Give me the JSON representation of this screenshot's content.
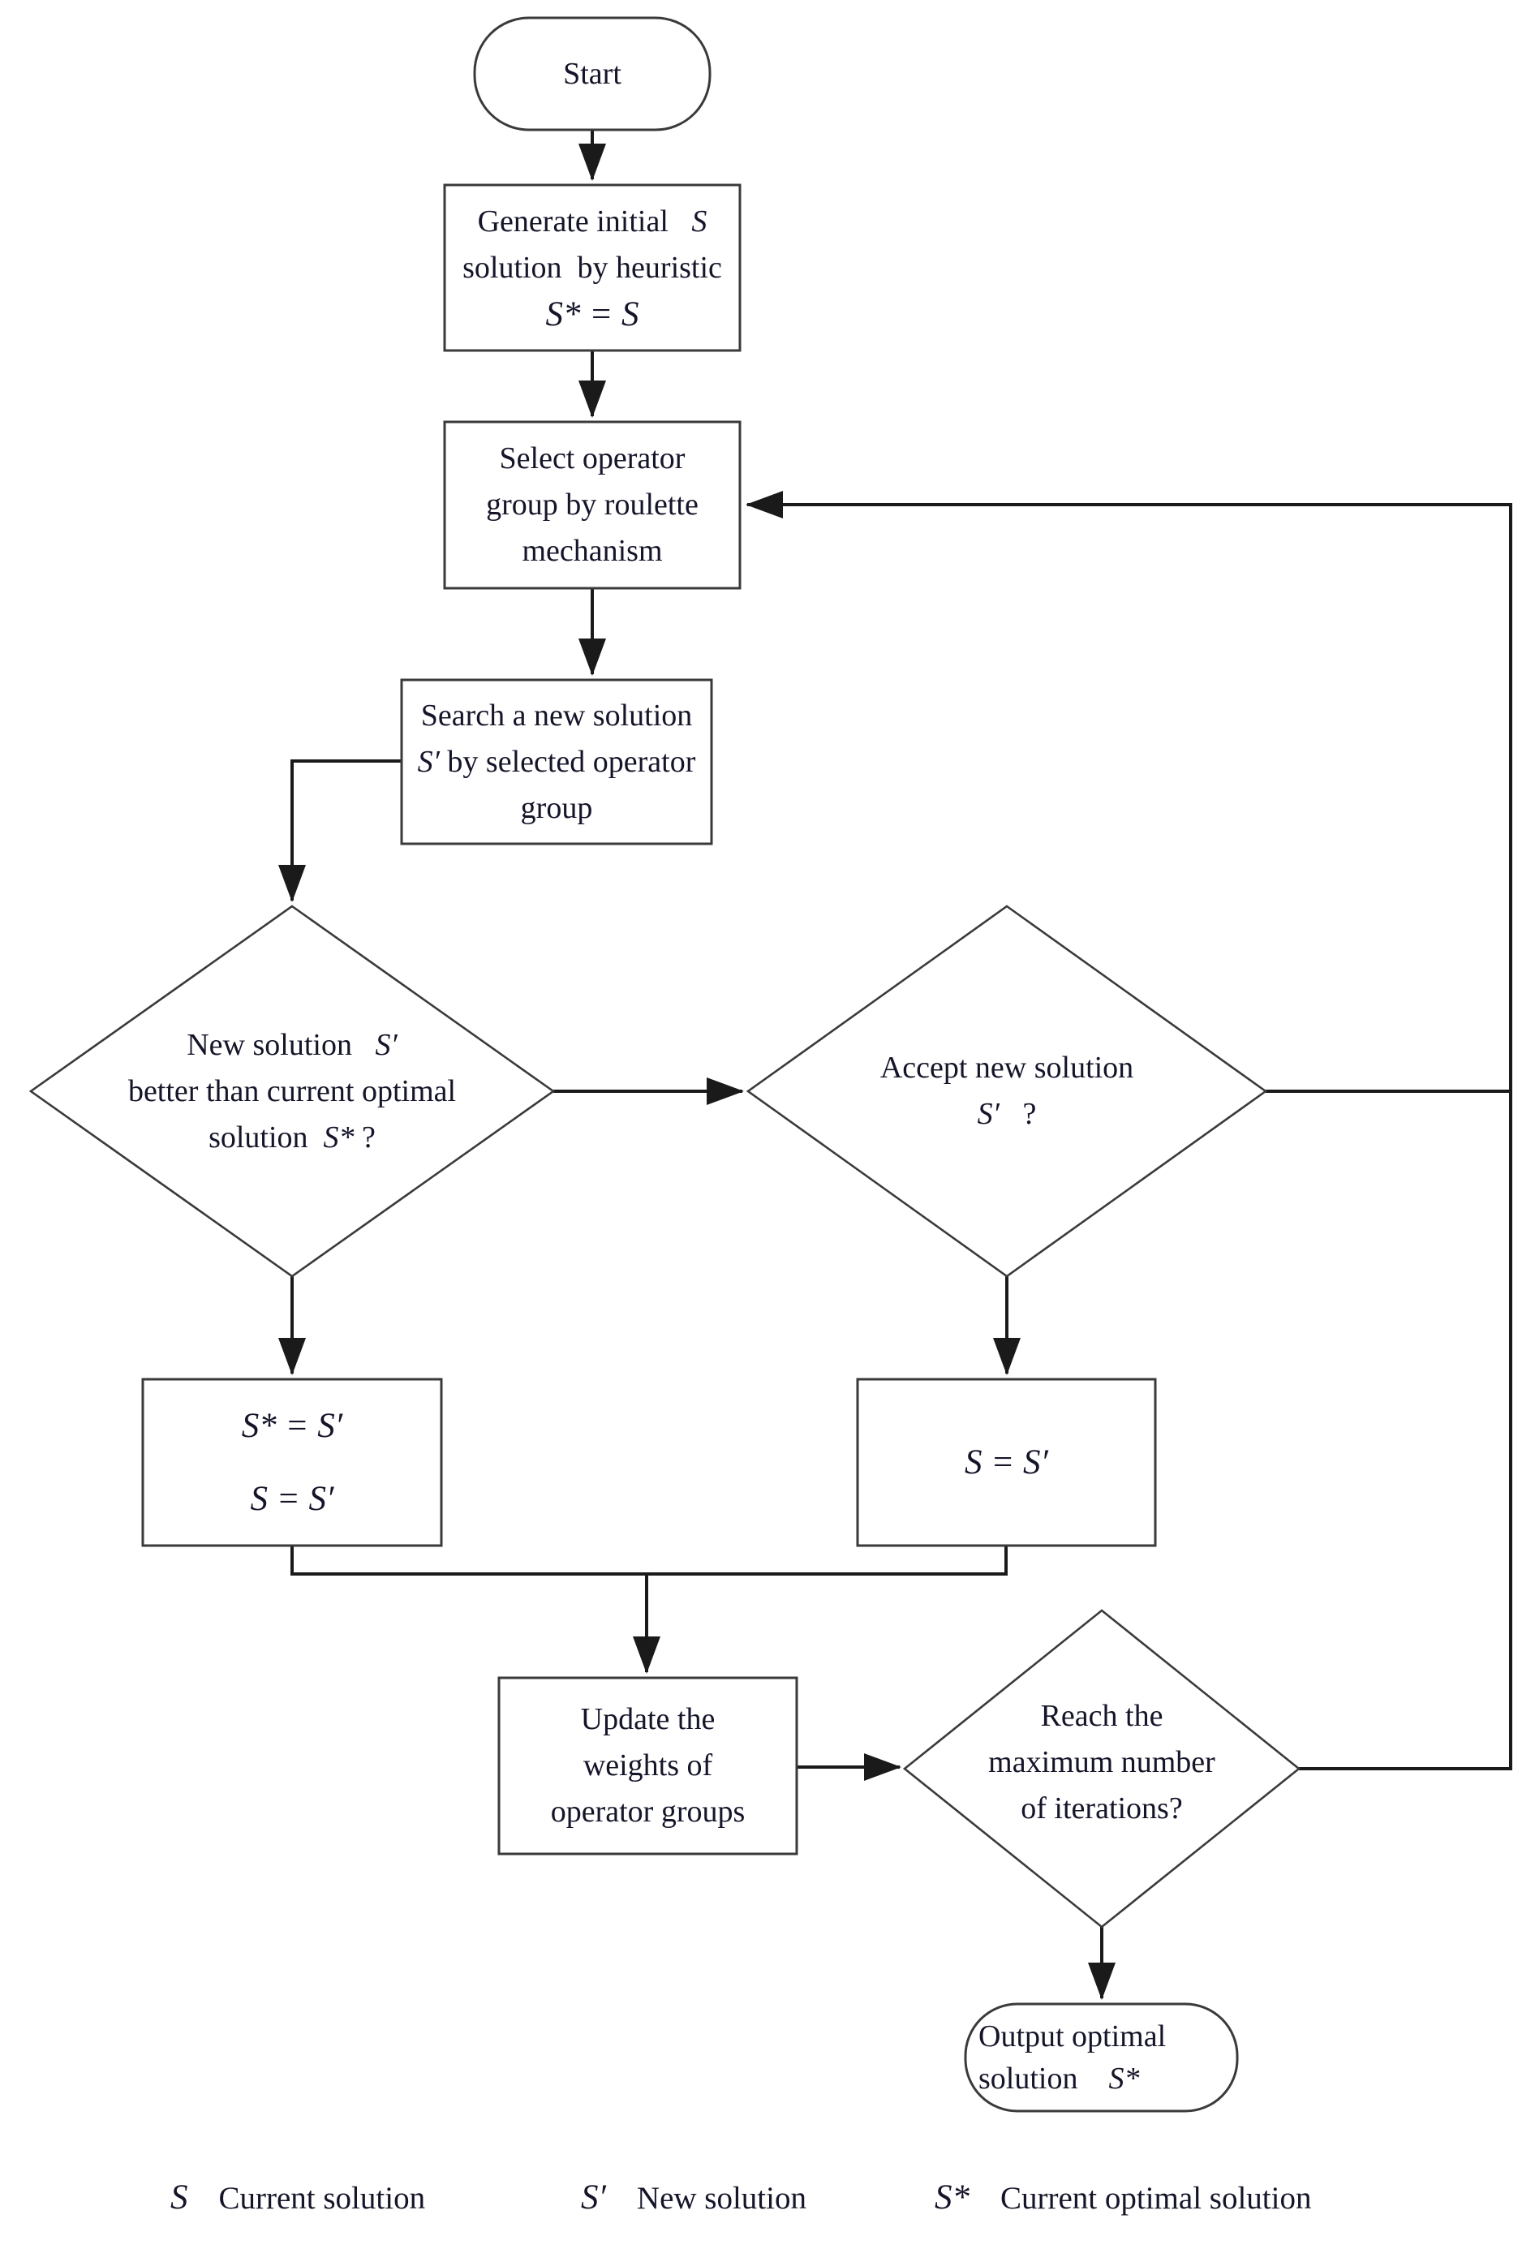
{
  "nodes": {
    "start": {
      "label": "Start"
    },
    "generate": {
      "line1_text": "Generate initial   ",
      "line1_sym": "S",
      "line2": "solution  by heuristic",
      "line3": "S* = S"
    },
    "select": {
      "line1": "Select operator",
      "line2": "group by roulette",
      "line3": "mechanism"
    },
    "search": {
      "line1": "Search a new solution",
      "line2_sym": "S′",
      "line2_text": " by selected operator",
      "line3": "group"
    },
    "better": {
      "line1_text": "New solution   ",
      "line1_sym": "S′",
      "line2": "better than current optimal",
      "line3_text": "solution  ",
      "line3_sym": "S*",
      "line3_q": " ?"
    },
    "accept": {
      "line1": "Accept new solution",
      "line2_sym": "S′",
      "line2_q": "   ?"
    },
    "assign_best": {
      "line1": "S* = S′",
      "line2": "S = S′"
    },
    "assign_current": {
      "line1": "S = S′"
    },
    "weights": {
      "line1": "Update the",
      "line2": "weights of",
      "line3": "operator groups"
    },
    "reach": {
      "line1": "Reach the",
      "line2": "maximum number",
      "line3": "of iterations?"
    },
    "output": {
      "line1": "Output optimal",
      "line2_text": "solution    ",
      "line2_sym": "S*"
    }
  },
  "legend": {
    "items": [
      {
        "symbol": "S",
        "label": "Current solution"
      },
      {
        "symbol": "S′",
        "label": "New solution"
      },
      {
        "symbol": "S*",
        "label": "Current optimal solution"
      }
    ]
  },
  "colors": {
    "line": "#1a1a1a",
    "box_border": "#3a3a3a",
    "text": "#15152a",
    "background": "#ffffff"
  }
}
